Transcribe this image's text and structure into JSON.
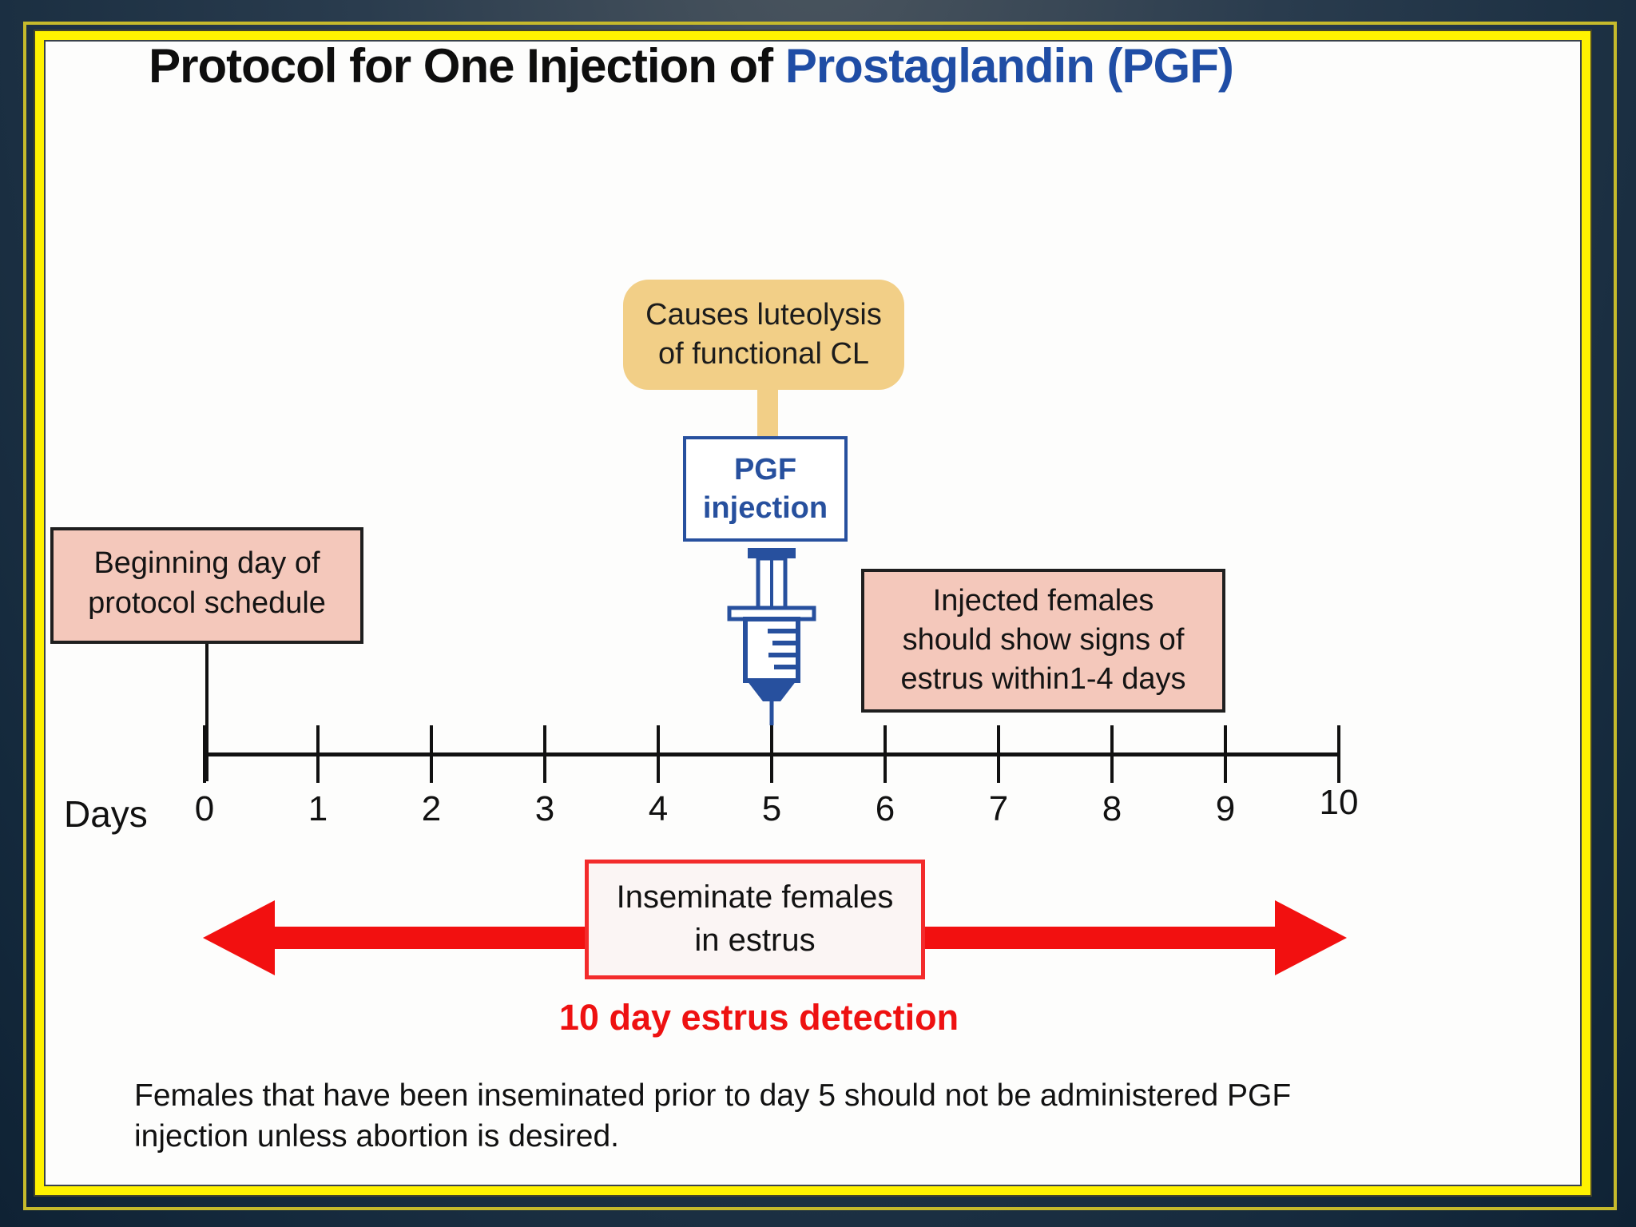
{
  "title": {
    "black": "Protocol for One Injection of",
    "blue": "Prostaglandin (PGF)"
  },
  "callout_luteolysis": {
    "line1": "Causes luteolysis",
    "line2": "of functional CL"
  },
  "pgf_box": {
    "line1": "PGF",
    "line2": "injection"
  },
  "beginning_box": {
    "line1": "Beginning day of",
    "line2": "protocol schedule"
  },
  "injected_box": {
    "line1": "Injected females",
    "line2": "should show signs of",
    "line3": "estrus within1-4 days"
  },
  "timeline": {
    "axis_label": "Days",
    "days": [
      "0",
      "1",
      "2",
      "3",
      "4",
      "5",
      "6",
      "7",
      "8",
      "9",
      "10"
    ],
    "injection_day": "5",
    "range_days": 10
  },
  "inseminate_box": {
    "line1": "Inseminate females",
    "line2": "in estrus"
  },
  "detection_label": "10 day estrus detection",
  "footnote": {
    "line1": "Females that have been inseminated prior to day 5 should not be administered PGF",
    "line2": "injection unless abortion is desired."
  },
  "colors": {
    "title_blue": "#1f4da5",
    "syringe_blue": "#27509e",
    "callout_tan": "#f2cf87",
    "note_pink": "#f4c8bb",
    "arrow_red": "#f21010",
    "detection_red": "#ee1111",
    "border_yellow": "#fff200"
  }
}
